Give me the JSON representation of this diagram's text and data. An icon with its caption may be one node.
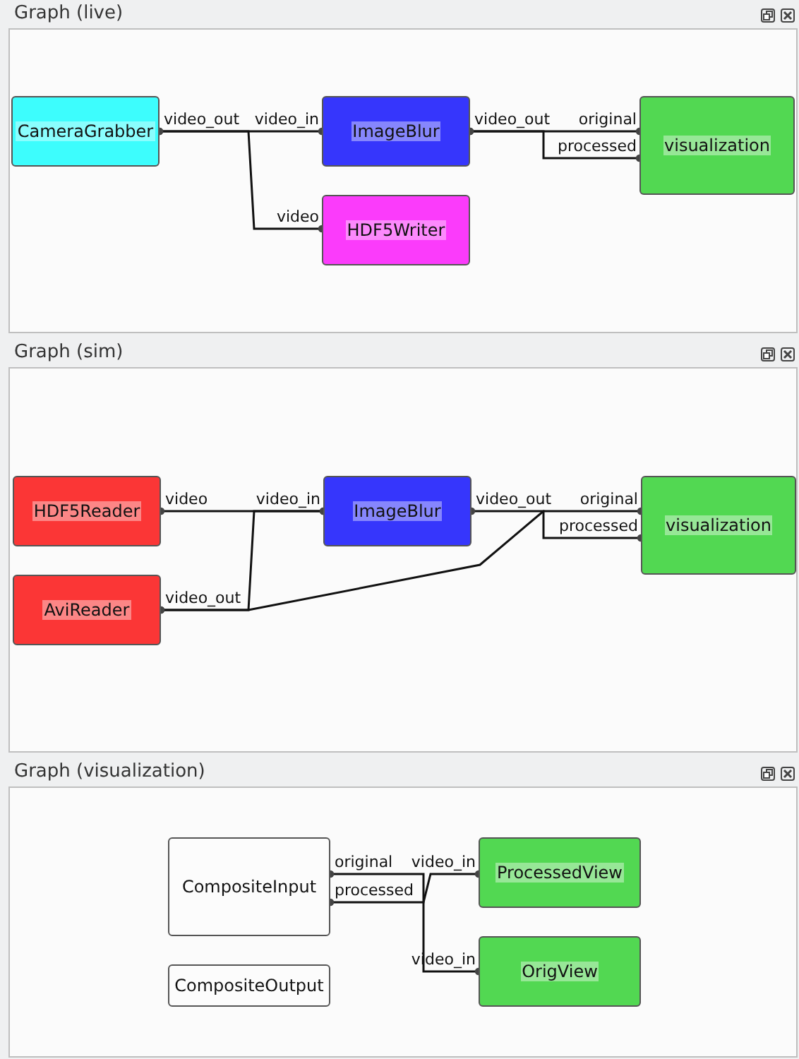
{
  "diagram": {
    "nodes": [
      {
        "text": [
          "Graph (live)"
        ]
      },
      {
        "text": [
          "CameraGrabber"
        ],
        "in": 0,
        "beside": [
          "video_out"
        ]
      },
      {
        "text": [
          "ImageBlur"
        ],
        "in": 0,
        "beside": [
          "video_in",
          "video_out"
        ]
      },
      {
        "text": [
          "HDF5Writer"
        ],
        "in": 0,
        "beside": [
          "video"
        ]
      },
      {
        "text": [
          "visualization"
        ],
        "in": 0,
        "beside": [
          "original",
          "processed"
        ]
      },
      {
        "text": [
          "Graph (sim)"
        ]
      },
      {
        "text": [
          "HDF5Reader"
        ],
        "in": 5,
        "beside": [
          "video"
        ]
      },
      {
        "text": [
          "AviReader"
        ],
        "in": 5,
        "beside": [
          "video_out"
        ]
      },
      {
        "text": [
          "ImageBlur"
        ],
        "in": 5,
        "beside": [
          "video_in",
          "video_out"
        ]
      },
      {
        "text": [
          "visualization"
        ],
        "in": 5,
        "beside": [
          "original",
          "processed"
        ]
      },
      {
        "text": [
          "Graph (visualization)"
        ]
      },
      {
        "text": [
          "CompositeInput"
        ],
        "in": 10,
        "beside": [
          "original",
          "processed"
        ]
      },
      {
        "text": [
          "CompositeOutput"
        ],
        "in": 10
      },
      {
        "text": [
          "ProcessedView"
        ],
        "in": 10,
        "beside": [
          "video_in"
        ]
      },
      {
        "text": [
          "OrigView"
        ],
        "in": 10,
        "beside": [
          "video_in"
        ]
      }
    ],
    "edges": [
      {
        "from": 1,
        "to": 2,
        "arrow": "other"
      },
      {
        "from": 1,
        "to": 3,
        "arrow": "other"
      },
      {
        "from": 2,
        "to": 4,
        "arrow": "other"
      },
      {
        "from": 2,
        "to": 4,
        "arrow": "other"
      },
      {
        "from": 6,
        "to": 8,
        "arrow": "other"
      },
      {
        "from": 7,
        "to": 8,
        "arrow": "other"
      },
      {
        "from": 7,
        "to": 9,
        "arrow": "other"
      },
      {
        "from": 8,
        "to": 9,
        "arrow": "other"
      },
      {
        "from": 11,
        "to": 14,
        "arrow": "other"
      },
      {
        "from": 11,
        "to": 13,
        "arrow": "other"
      }
    ]
  }
}
